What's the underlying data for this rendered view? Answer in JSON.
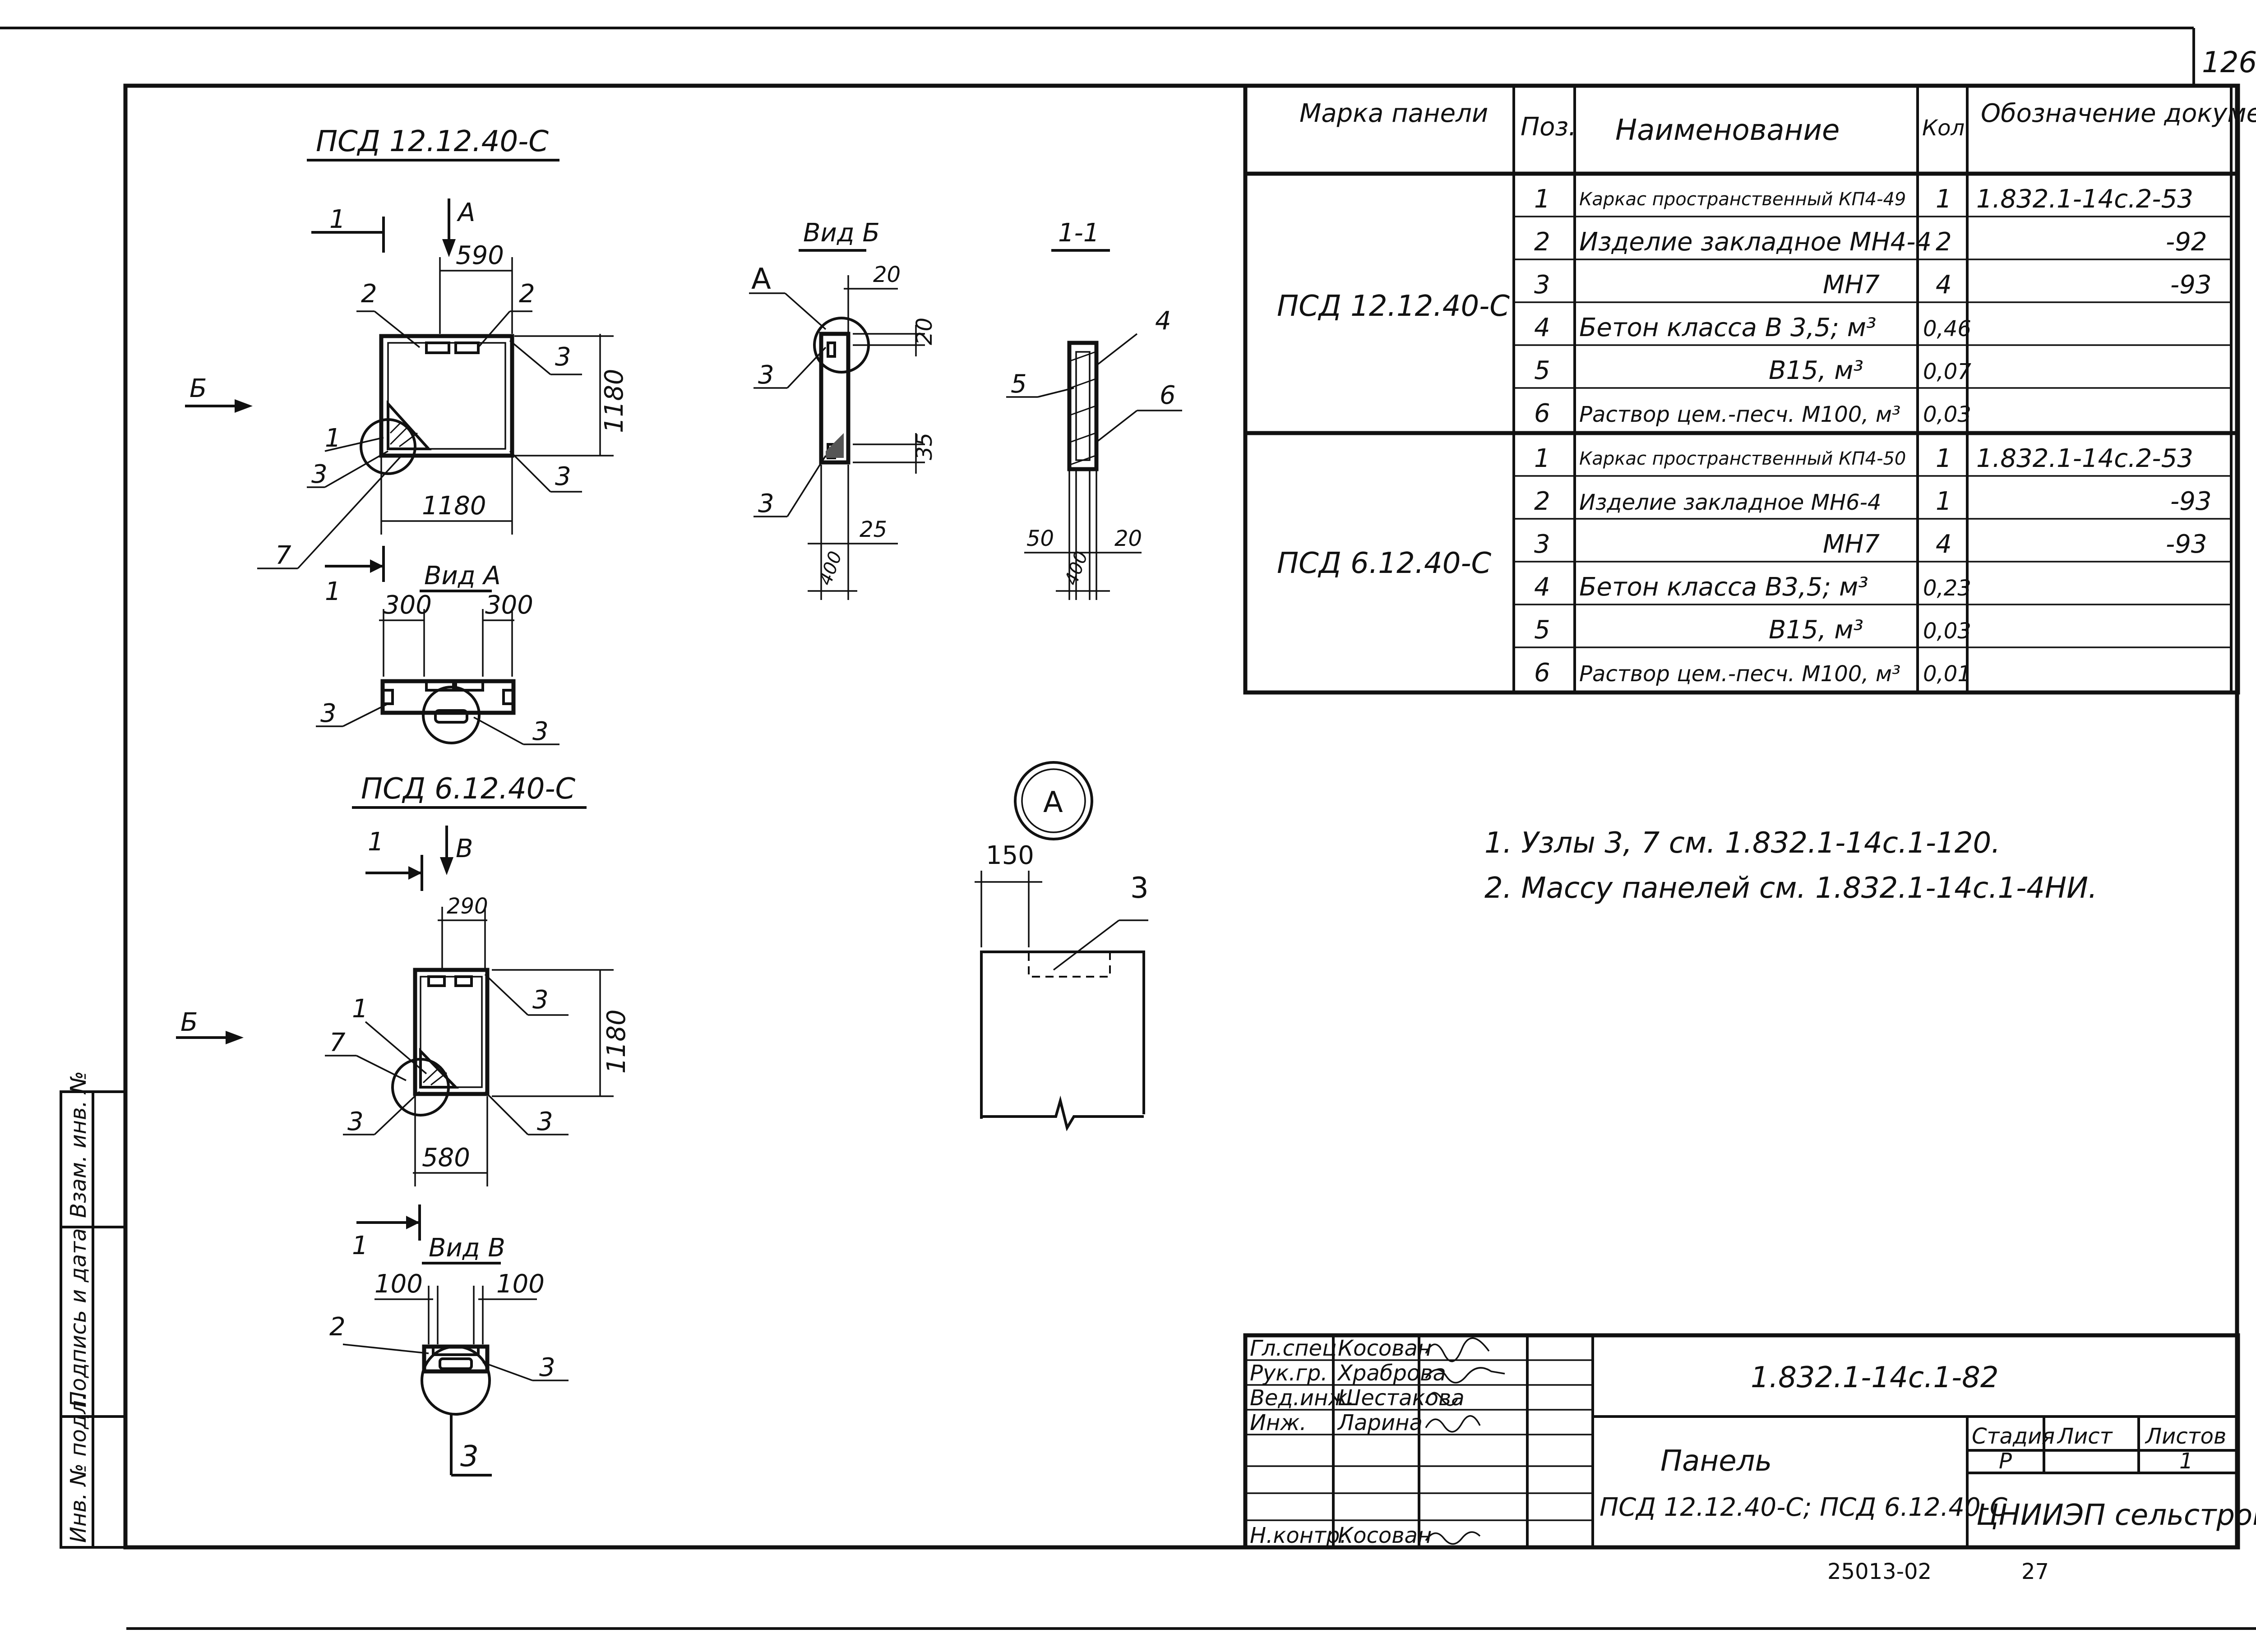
{
  "sheet": {
    "page_no": "126",
    "bottom_codes": [
      "25013-02",
      "27"
    ]
  },
  "views": {
    "psd12_title": "ПСД 12.12.40-С",
    "psd6_title": "ПСД 6.12.40-С",
    "view_a_label": "Вид А",
    "view_b_label": "Вид Б",
    "view_v_label": "Вид В",
    "section_label": "1-1",
    "callout_a": "А",
    "arrow_a": "А",
    "arrow_b": "Б",
    "arrow_v": "В",
    "sec_mark": "1"
  },
  "dims": {
    "d590": "590",
    "d1180": "1180",
    "d1180b": "1180",
    "d1180v": "1180",
    "d300a": "300",
    "d300b": "300",
    "d20a": "20",
    "d20b": "20",
    "d35": "35",
    "d25": "25",
    "d400": "400",
    "d50": "50",
    "d20c": "20",
    "d400b": "400",
    "d290": "290",
    "d580": "580",
    "d100a": "100",
    "d100b": "100",
    "d150": "150"
  },
  "pos": {
    "p1": "1",
    "p2": "2",
    "p3": "3",
    "p4": "4",
    "p5": "5",
    "p6": "6",
    "p7": "7"
  },
  "spec": {
    "headers": [
      "Марка панели",
      "Поз.",
      "Наименование",
      "Кол.",
      "Обозначение документа"
    ],
    "groups": [
      {
        "mark": "ПСД 12.12.40-С",
        "rows": [
          {
            "pos": "1",
            "name": "Каркас пространственный КП4-49",
            "qty": "1",
            "doc": "1.832.1-14с.2-53"
          },
          {
            "pos": "2",
            "name": "Изделие закладное МН4-4",
            "qty": "2",
            "doc": "-92"
          },
          {
            "pos": "3",
            "name": "МН7",
            "qty": "4",
            "doc": "-93"
          },
          {
            "pos": "4",
            "name": "Бетон класса В 3,5; м³",
            "qty": "0,46",
            "doc": ""
          },
          {
            "pos": "5",
            "name": "В15, м³",
            "qty": "0,07",
            "doc": ""
          },
          {
            "pos": "6",
            "name": "Раствор цем.-песч. М100, м³",
            "qty": "0,03",
            "doc": ""
          }
        ]
      },
      {
        "mark": "ПСД 6.12.40-С",
        "rows": [
          {
            "pos": "1",
            "name": "Каркас пространственный КП4-50",
            "qty": "1",
            "doc": "1.832.1-14с.2-53"
          },
          {
            "pos": "2",
            "name": "Изделие закладное МН6-4",
            "qty": "1",
            "doc": "-93"
          },
          {
            "pos": "3",
            "name": "МН7",
            "qty": "4",
            "doc": "-93"
          },
          {
            "pos": "4",
            "name": "Бетон класса В3,5; м³",
            "qty": "0,23",
            "doc": ""
          },
          {
            "pos": "5",
            "name": "В15, м³",
            "qty": "0,03",
            "doc": ""
          },
          {
            "pos": "6",
            "name": "Раствор цем.-песч. М100, м³",
            "qty": "0,01",
            "doc": ""
          }
        ]
      }
    ]
  },
  "notes": [
    "1. Узлы 3, 7 см. 1.832.1-14с.1-120.",
    "2. Массу панелей см. 1.832.1-14с.1-4НИ."
  ],
  "titleblock": {
    "code": "1.832.1-14с.1-82",
    "name": "Панель",
    "marks": "ПСД 12.12.40-С; ПСД 6.12.40-С",
    "stage_hdr": "Стадия",
    "sheet_hdr": "Лист",
    "sheets_hdr": "Листов",
    "stage": "Р",
    "sheets": "1",
    "org": "ЦНИИЭП сельстрой",
    "roles": [
      {
        "role": "Гл.спец",
        "name": "Косован"
      },
      {
        "role": "Рук.гр.",
        "name": "Храброва"
      },
      {
        "role": "Вед.инж.",
        "name": "Шестакова"
      },
      {
        "role": "Инж.",
        "name": "Ларина"
      },
      {
        "role": "Н.контр.",
        "name": "Косован"
      }
    ]
  },
  "sidebar": {
    "inv": "Инв. № подл.",
    "sign": "Подпись и дата",
    "replace": "Взам. инв. №"
  }
}
